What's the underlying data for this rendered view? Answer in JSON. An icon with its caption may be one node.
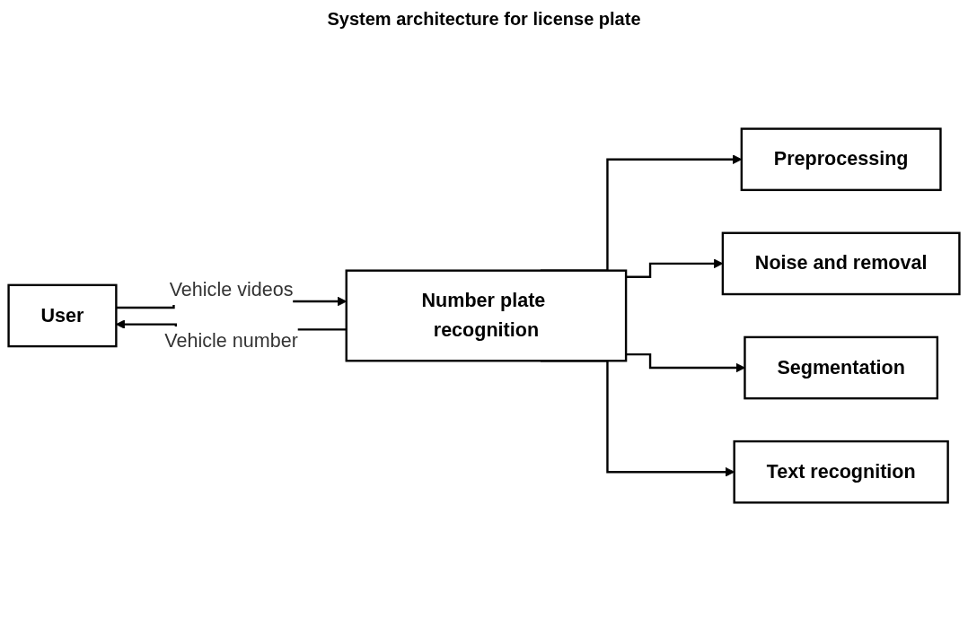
{
  "diagram": {
    "title": "System architecture for license plate",
    "nodes": [
      {
        "text": [
          "User"
        ]
      },
      {
        "text": [
          "Number plate recognition"
        ]
      },
      {
        "text": [
          "Preprocessing"
        ]
      },
      {
        "text": [
          "Noise and removal"
        ]
      },
      {
        "text": [
          "Segmentation"
        ]
      },
      {
        "text": [
          "Text recognition"
        ]
      }
    ],
    "edges": [
      {
        "from": 0,
        "to": 1,
        "arrow": "to",
        "label": "Vehicle videos"
      },
      {
        "from": 1,
        "to": 0,
        "arrow": "to",
        "label": "Vehicle number"
      },
      {
        "from": 1,
        "to": 2,
        "arrow": "to"
      },
      {
        "from": 1,
        "to": 3,
        "arrow": "to"
      },
      {
        "from": 1,
        "to": 4,
        "arrow": "to"
      },
      {
        "from": 1,
        "to": 5,
        "arrow": "to"
      }
    ]
  }
}
